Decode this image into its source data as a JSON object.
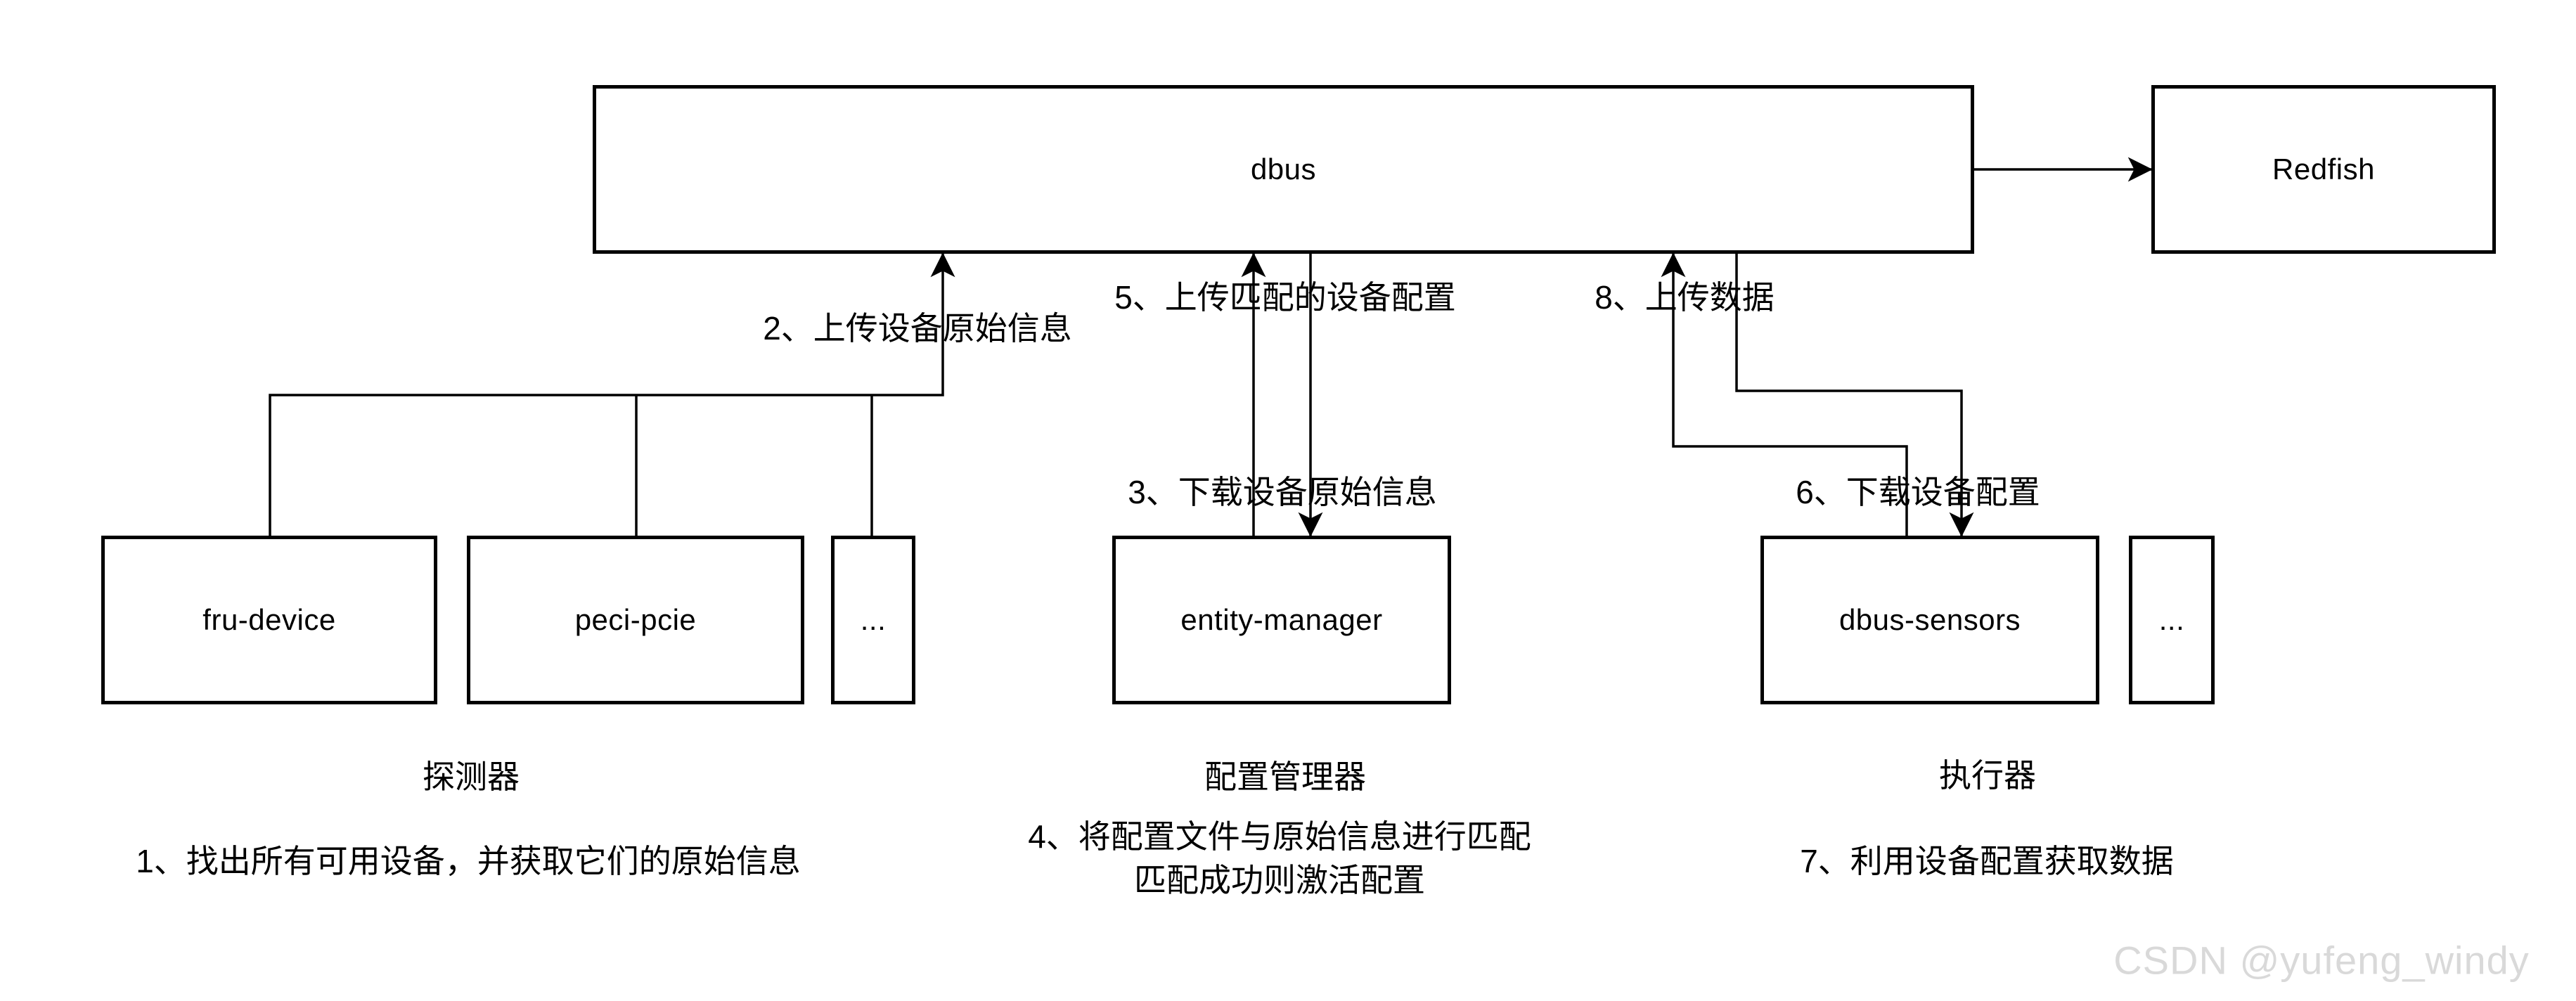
{
  "title": "OpenBMC entity-manager dbus architecture diagram",
  "colors": {
    "background": "#ffffff",
    "line": "#000000",
    "text": "#000000",
    "watermark": "#d9d9d9"
  },
  "nodes": {
    "dbus": {
      "label": "dbus"
    },
    "redfish": {
      "label": "Redfish"
    },
    "fru_device": {
      "label": "fru-device"
    },
    "peci_pcie": {
      "label": "peci-pcie"
    },
    "detector_more": {
      "label": "..."
    },
    "entity_manager": {
      "label": "entity-manager"
    },
    "dbus_sensors": {
      "label": "dbus-sensors"
    },
    "executor_more": {
      "label": "..."
    }
  },
  "edge_labels": {
    "step2": "2、上传设备原始信息",
    "step3": "3、下载设备原始信息",
    "step5": "5、上传匹配的设备配置",
    "step6": "6、下载设备配置",
    "step8": "8、上传数据"
  },
  "group_labels": {
    "detector": "探测器",
    "config_manager": "配置管理器",
    "executor": "执行器"
  },
  "notes": {
    "step1": "1、找出所有可用设备，并获取它们的原始信息",
    "step4_line1": "4、将配置文件与原始信息进行匹配",
    "step4_line2": "匹配成功则激活配置",
    "step7": "7、利用设备配置获取数据"
  },
  "watermark": {
    "text": "CSDN @yufeng_windy"
  }
}
